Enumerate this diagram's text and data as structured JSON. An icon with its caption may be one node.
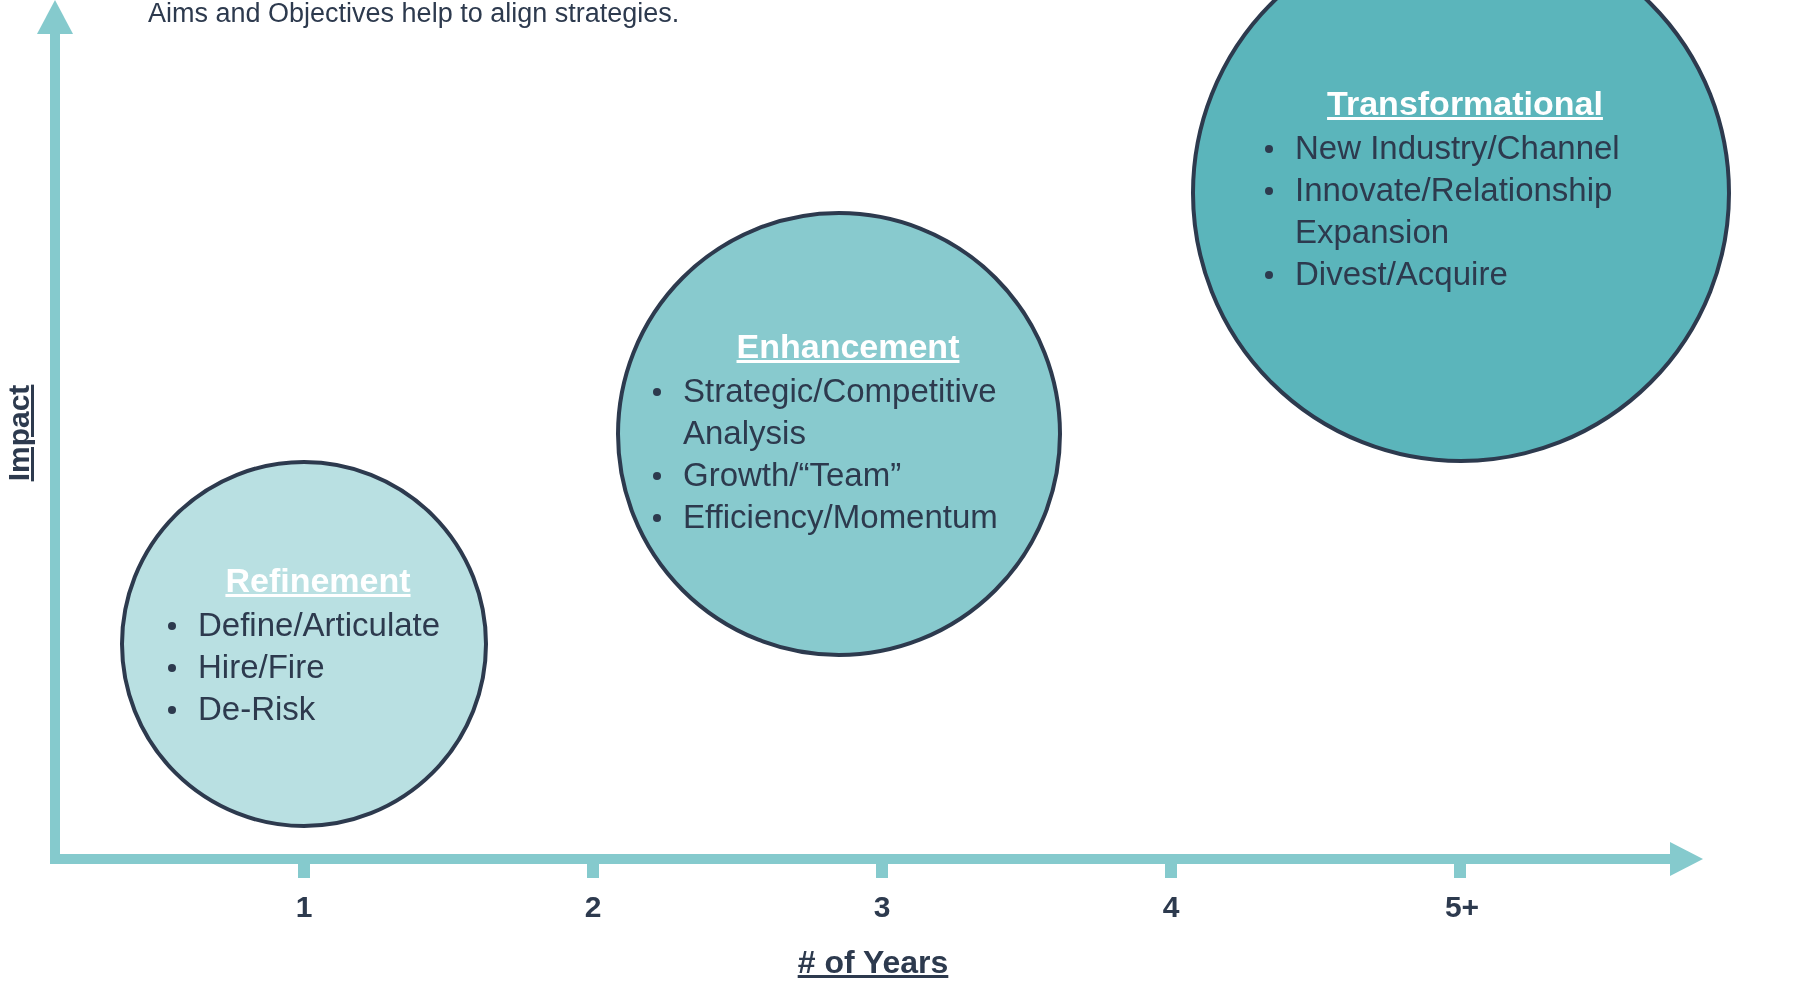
{
  "diagram": {
    "nodes": [
      {
        "text": [
          "Refinement",
          "Define/Articulate",
          "Hire/Fire",
          "De-Risk"
        ]
      },
      {
        "text": [
          "Enhancement",
          "Strategic/Competitive Analysis",
          "Growth/“Team”",
          "Efficiency/Momentum"
        ]
      },
      {
        "text": [
          "Transformational",
          "New Industry/Channel",
          "Innovate/Relationship Expansion",
          "Divest/Acquire"
        ]
      }
    ],
    "labels": [
      "Aims and Objectives help to align strategies.",
      "Impact",
      "1",
      "2",
      "3",
      "4",
      "5+",
      "# of Years"
    ]
  }
}
